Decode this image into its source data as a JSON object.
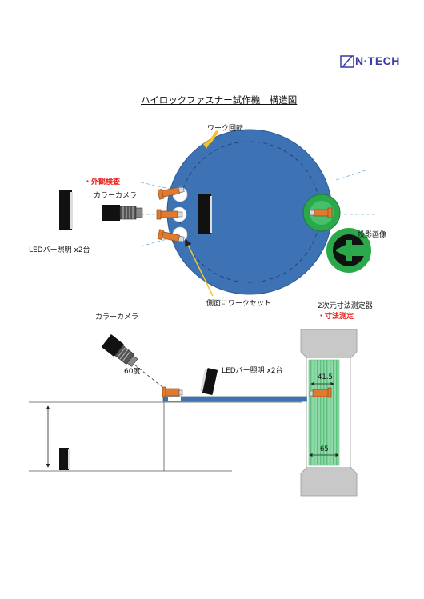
{
  "logo": {
    "text": "N·TECH",
    "color": "#3a3aa8"
  },
  "title": "ハイロックファスナー試作機　構造図",
  "top_view": {
    "work_rotation": "ワーク回転",
    "appearance_inspection": "・外観検査",
    "color_camera": "カラーカメラ",
    "led_bar": "LEDバー照明 x2台",
    "projection_image": "投影画像",
    "side_work_set": "側面にワークセット",
    "measuring_device": "2次元寸法測定器",
    "dimension_measurement": "・寸法測定"
  },
  "side_view": {
    "color_camera": "カラーカメラ",
    "angle": "60度",
    "led_bar": "LEDバー照明 x2台",
    "dim_top": "41.5",
    "dim_bottom": "65"
  },
  "colors": {
    "disk": "#3d72b4",
    "disk_edge": "#2a5a94",
    "fastener": "#e07a30",
    "fastener_edge": "#8a4a14",
    "green": "#2aa84a",
    "red_text": "#e8201c",
    "frame_gray": "#c8c8c8",
    "grid_green": "#8fd9a8",
    "arrow_yellow": "#f2c230"
  }
}
